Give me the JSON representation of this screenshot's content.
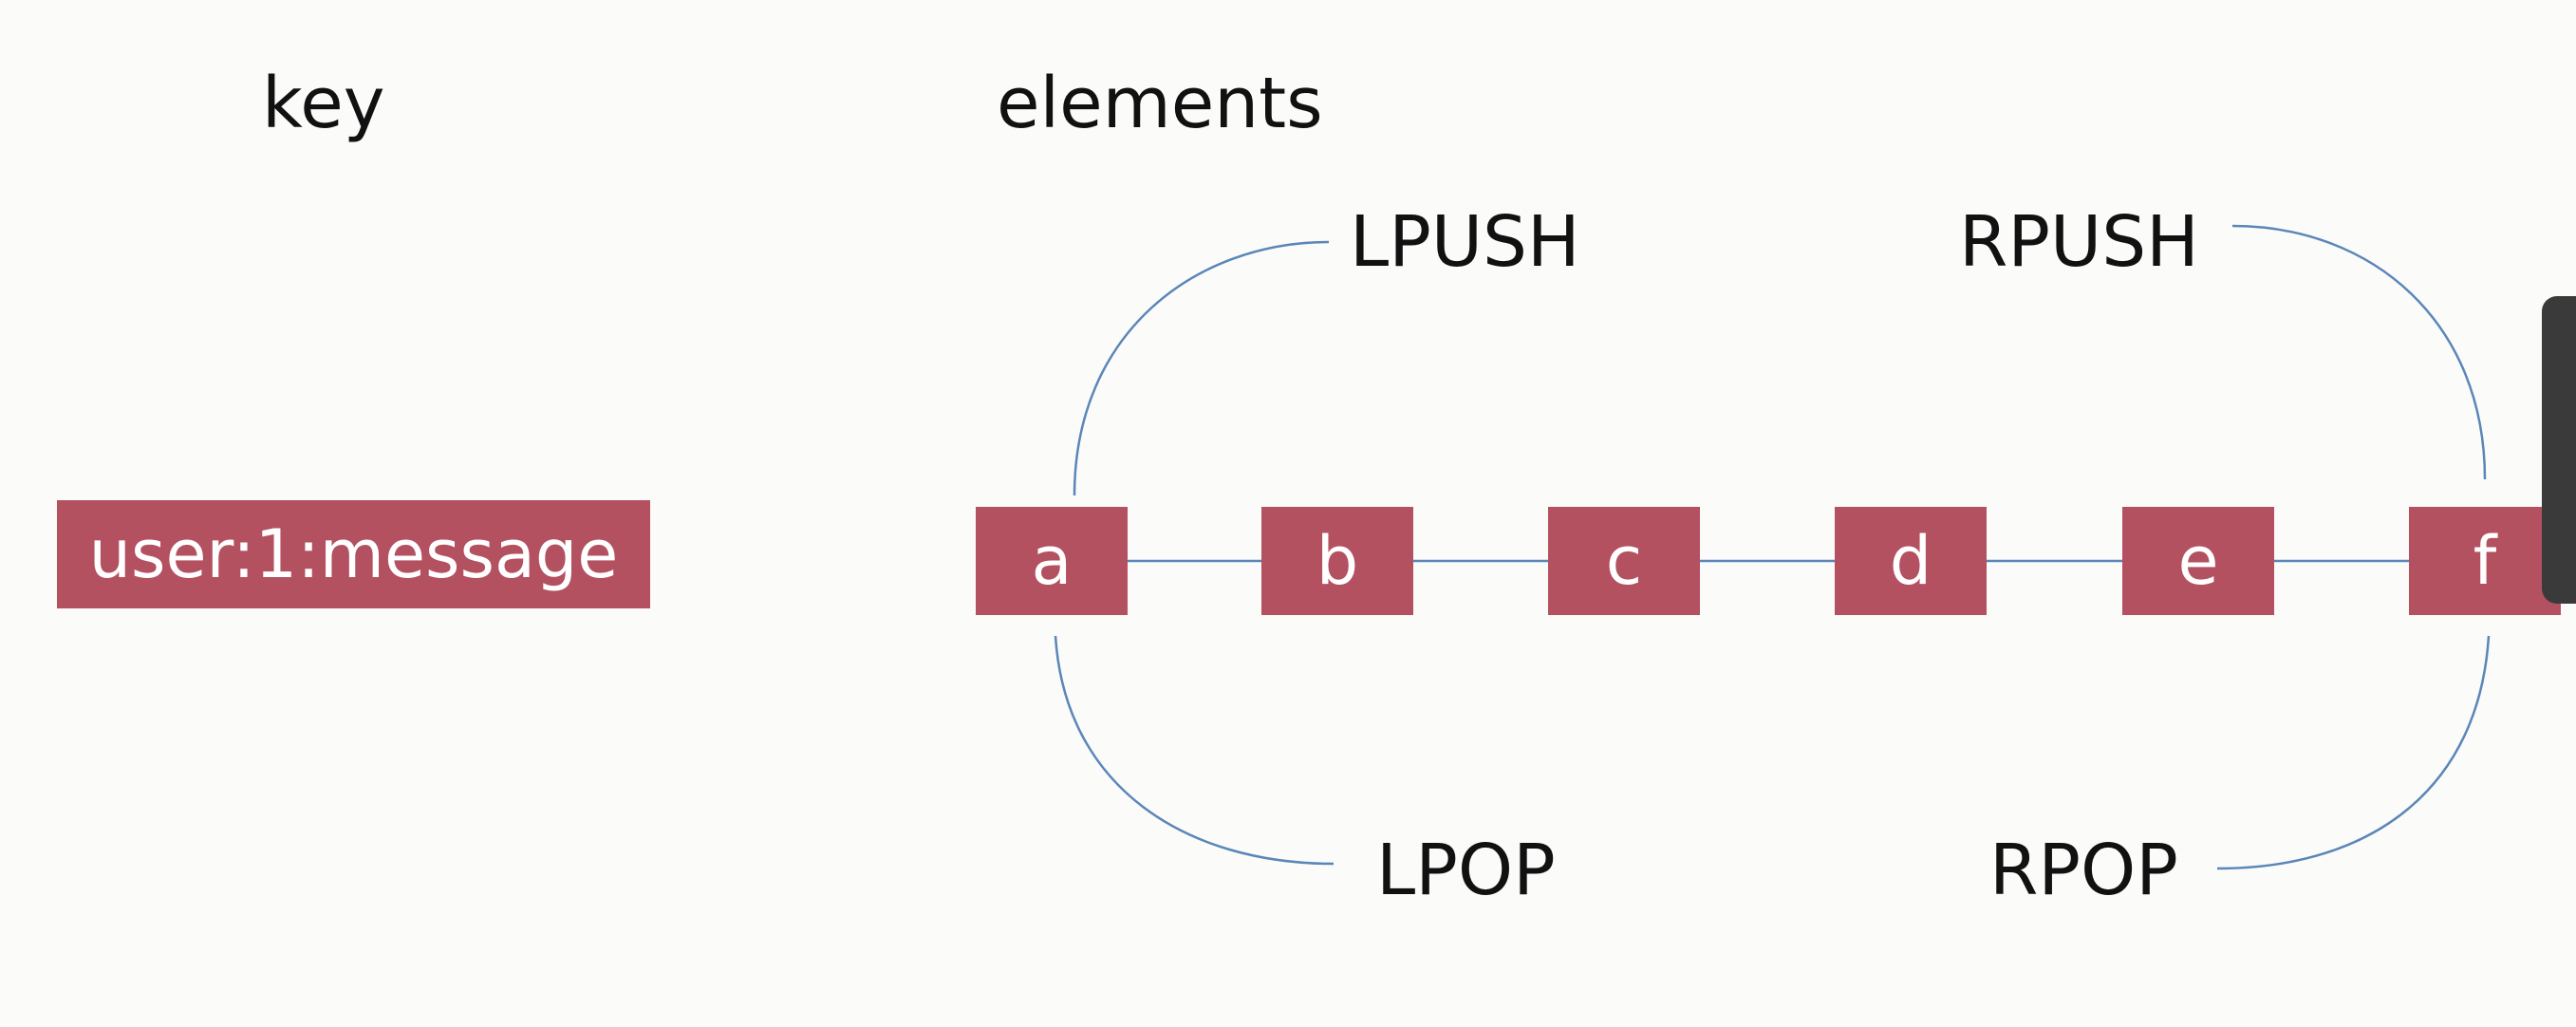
{
  "colors": {
    "box_fill": "#b45161",
    "box_text": "#ffffff",
    "connector": "#5b86b8",
    "text": "#111111",
    "background": "#fbfbfa"
  },
  "headings": {
    "key": "key",
    "elements": "elements"
  },
  "key_box": {
    "label": "user:1:message"
  },
  "elements": [
    "a",
    "b",
    "c",
    "d",
    "e",
    "f"
  ],
  "operations": {
    "lpush": "LPUSH",
    "rpush": "RPUSH",
    "lpop": "LPOP",
    "rpop": "RPOP"
  }
}
